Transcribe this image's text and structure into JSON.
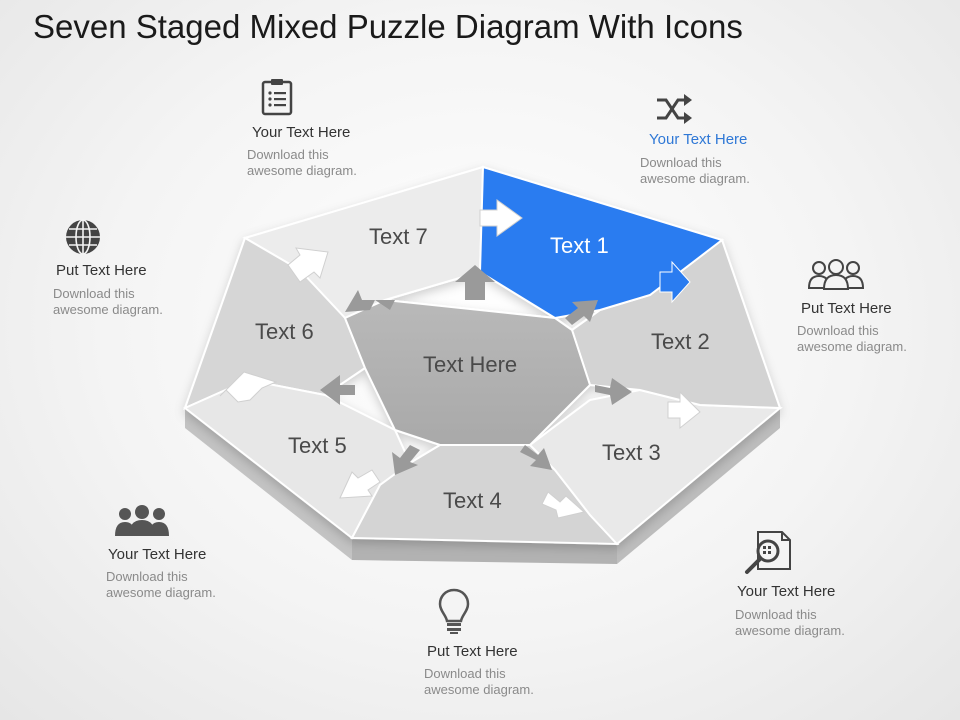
{
  "title": "Seven Staged Mixed Puzzle Diagram With Icons",
  "colors": {
    "accent": "#2f78d6",
    "active_piece": "#2a7cf0"
  },
  "center_label": "Text Here",
  "pieces": [
    {
      "label": "Text 1",
      "active": true
    },
    {
      "label": "Text 2",
      "active": false
    },
    {
      "label": "Text 3",
      "active": false
    },
    {
      "label": "Text 4",
      "active": false
    },
    {
      "label": "Text 5",
      "active": false
    },
    {
      "label": "Text 6",
      "active": false
    },
    {
      "label": "Text 7",
      "active": false
    }
  ],
  "callouts": [
    {
      "icon": "clipboard-icon",
      "heading": "Your Text Here",
      "body": "Download this awesome diagram."
    },
    {
      "icon": "shuffle-icon",
      "heading": "Your Text Here",
      "body": "Download this awesome diagram.",
      "accent": true
    },
    {
      "icon": "globe-icon",
      "heading": "Put Text Here",
      "body": "Download this awesome diagram."
    },
    {
      "icon": "team-icon",
      "heading": "Put Text Here",
      "body": "Download this awesome diagram."
    },
    {
      "icon": "group-icon",
      "heading": "Your Text Here",
      "body": "Download this awesome diagram."
    },
    {
      "icon": "document-search-icon",
      "heading": "Your Text Here",
      "body": "Download this awesome diagram."
    },
    {
      "icon": "lightbulb-icon",
      "heading": "Put Text Here",
      "body": "Download this awesome diagram."
    }
  ]
}
